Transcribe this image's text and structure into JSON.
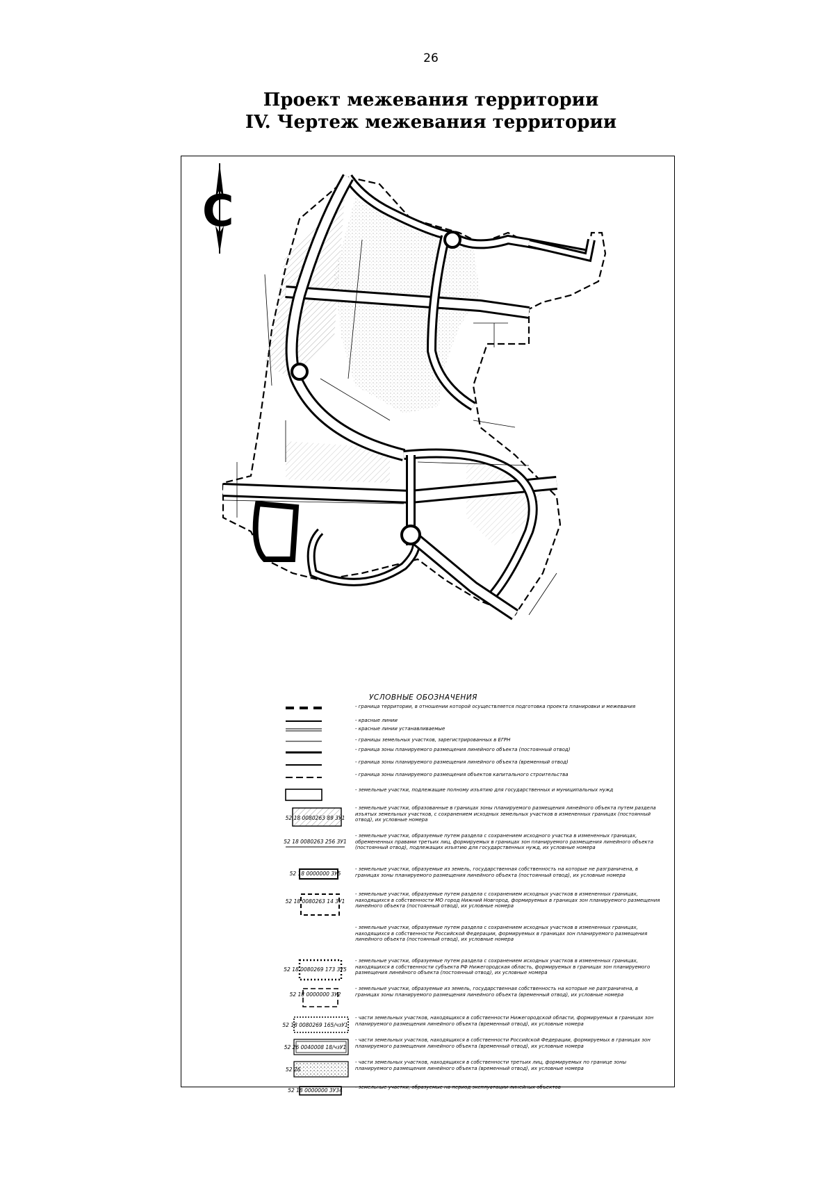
{
  "page_number": "26",
  "title": {
    "line1": "Проект межевания территории",
    "line2": "IV. Чертеж межевания территории"
  },
  "map": {
    "north_arrow_label": "С",
    "legend": {
      "title": "УСЛОВНЫЕ ОБОЗНАЧЕНИЯ",
      "items": [
        {
          "symbol": "dashed-thick-line",
          "code": "",
          "text": "- граница территории, в отношении которой осуществляется подготовка проекта планировки и межевания"
        },
        {
          "symbol": "thick-line",
          "code": "",
          "text": "- красные линии"
        },
        {
          "symbol": "double-thin-line",
          "code": "",
          "text": "- красные линии устанавливаемые"
        },
        {
          "symbol": "thin-line",
          "code": "",
          "text": "- границы земельных участков, зарегистрированных в ЕГРН"
        },
        {
          "symbol": "bold-line",
          "code": "",
          "text": "- граница зоны планируемого размещения линейного объекта (постоянный отвод)"
        },
        {
          "symbol": "medium-line",
          "code": "",
          "text": "- граница зоны планируемого размещения линейного объекта (временный отвод)"
        },
        {
          "symbol": "dash-line",
          "code": "",
          "text": "- граница зоны планируемого размещения объектов капитального строительства"
        },
        {
          "symbol": "box",
          "code": "",
          "text": "- земельные участки, подлежащие полному изъятию для государственных и муниципальных нужд"
        },
        {
          "symbol": "hatched-box",
          "code": "52 18 0080263 89 3У1",
          "text": "- земельные участки, образованные в границах зоны планируемого размещения линейного объекта путем раздела изъятых земельных участков, с сохранением исходных земельных участков в измененных границах (постоянный отвод), их условные номера"
        },
        {
          "symbol": "line-code",
          "code": "52 18 0080263 256 3У1",
          "text": "- земельные участки, образуемые путем раздела с сохранением исходного участка в измененных границах, обремененных правами третьих лиц, формируемых в границах зон планируемого размещения линейного объекта (постоянный отвод), подлежащих изъятию для государственных нужд, их условные номера"
        },
        {
          "symbol": "box-small",
          "code": "52 18 0000000 3У5",
          "text": "- земельные участки, образуемые из земель, государственная собственность на которые не разграничена, в границах зоны планируемого размещения линейного объекта (постоянный отвод), их условные номера"
        },
        {
          "symbol": "dashed-box",
          "code": "52 18 0080263 14 3У1",
          "text": "- земельные участки, образуемые путем раздела с сохранением исходных участков в измененных границах, находящихся в собственности МО город Нижний Новгород, формируемых в границах зон планируемого размещения линейного объекта (постоянный отвод), их условные номера"
        },
        {
          "symbol": "none",
          "code": "",
          "text": "- земельные участки, образуемые путем раздела с сохранением исходных участков в измененных границах, находящихся в собственности Российской Федерации, формируемых в границах зон планируемого размещения линейного объекта (постоянный отвод), их условные номера"
        },
        {
          "symbol": "dotted-box",
          "code": "52 18 0080269 173 3У5",
          "text": "- земельные участки, образуемые путем раздела с сохранением исходных участков в измененных границах, находящихся в собственности субъекта РФ Нижегородская область, формируемых в границах зон планируемого размещения линейного объекта (постоянный отвод), их условные номера"
        },
        {
          "symbol": "dash-box",
          "code": "52 18 0000000 3У2",
          "text": "- земельные участки, образуемые из земель, государственная собственность на которые не разграничена, в границах зоны планируемого размещения линейного объекта (временный отвод), их условные номера"
        },
        {
          "symbol": "dotted-box2",
          "code": "52 18 0080269 165/чзУ1",
          "text": "- части земельных участков, находящихся в собственности Нижегородской области, формируемых в границах зон планируемого размещения линейного объекта (временный отвод), их условные номера"
        },
        {
          "symbol": "double-box",
          "code": "52 26 0040008 18/чзУ1",
          "text": "- части земельных участков, находящихся в собственности Российской Федерации, формируемых в границах зон планируемого размещения линейного объекта (временный отвод), их условные номера"
        },
        {
          "symbol": "shaded-box",
          "code": "52 26",
          "text": "- части земельных участков, находящихся в собственности третьих лиц, формируемых по границе зоны планируемого размещения линейного объекта (временный отвод), их условные номера"
        },
        {
          "symbol": "box-small",
          "code": "52 18 0000000 3У34",
          "text": "- земельные участки, образуемые на период эксплуатации линейных объектов"
        }
      ]
    }
  }
}
